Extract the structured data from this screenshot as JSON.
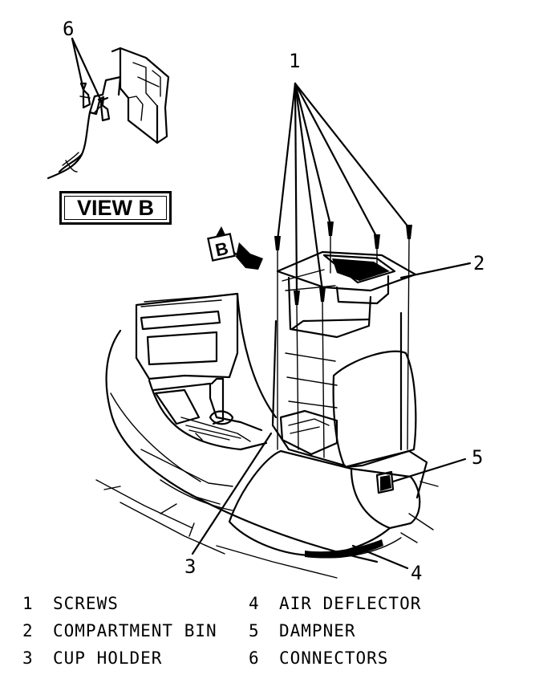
{
  "view_label": "VIEW B",
  "view_marker": "B",
  "callouts": {
    "c1": "1",
    "c2": "2",
    "c3": "3",
    "c4": "4",
    "c5": "5",
    "c6": "6"
  },
  "legend": [
    {
      "num": "1",
      "label": "SCREWS"
    },
    {
      "num": "2",
      "label": "COMPARTMENT BIN"
    },
    {
      "num": "3",
      "label": "CUP HOLDER"
    },
    {
      "num": "4",
      "label": "AIR DEFLECTOR"
    },
    {
      "num": "5",
      "label": "DAMPNER"
    },
    {
      "num": "6",
      "label": "CONNECTORS"
    }
  ]
}
